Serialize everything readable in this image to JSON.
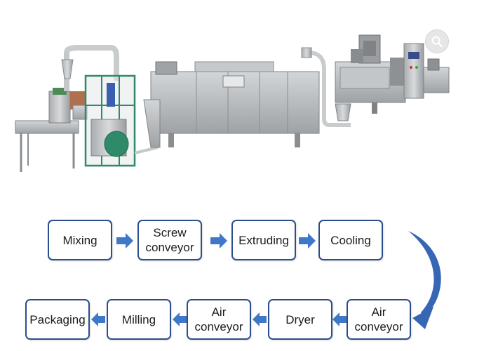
{
  "image_alt": "",
  "zoom_icon": "magnifier-icon",
  "flow": {
    "row1": [
      "Mixing",
      "Screw\nconveyor",
      "Extruding",
      "Cooling"
    ],
    "row2": [
      "Packaging",
      "Milling",
      "Air\nconveyor",
      "Dryer",
      "Air\nconveyor"
    ]
  },
  "colors": {
    "box_border": "#2b4f8a",
    "arrow": "#3f78c8",
    "curved_arrow": "#3767b4",
    "machine_steel": "#b9bcbe"
  }
}
